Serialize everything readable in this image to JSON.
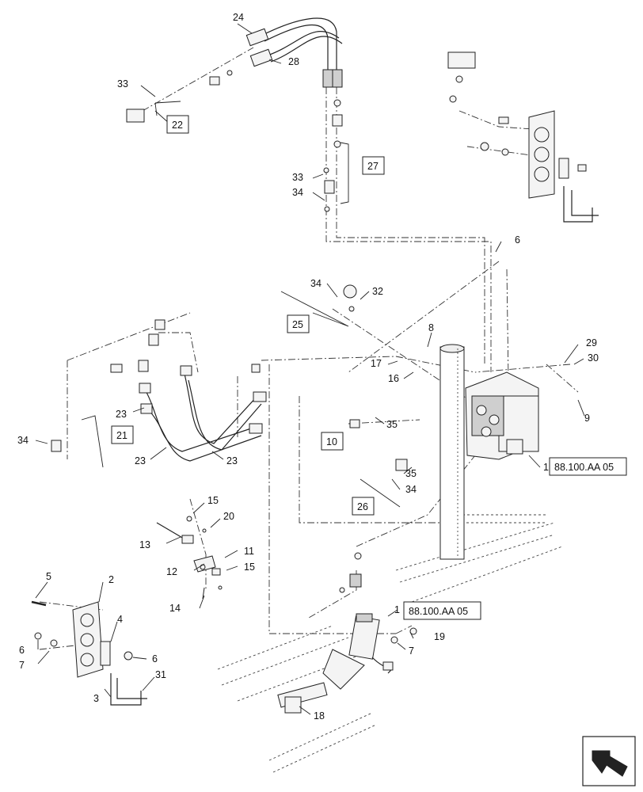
{
  "diagram": {
    "callouts": [
      {
        "id": "c24",
        "text": "24"
      },
      {
        "id": "c28",
        "text": "28"
      },
      {
        "id": "c33a",
        "text": "33"
      },
      {
        "id": "c33b",
        "text": "33"
      },
      {
        "id": "c34a",
        "text": "34"
      },
      {
        "id": "c34b",
        "text": "34"
      },
      {
        "id": "c34c",
        "text": "34"
      },
      {
        "id": "c34d",
        "text": "34"
      },
      {
        "id": "c6a",
        "text": "6"
      },
      {
        "id": "c6b",
        "text": "6"
      },
      {
        "id": "c6c",
        "text": "6"
      },
      {
        "id": "c32",
        "text": "32"
      },
      {
        "id": "c8",
        "text": "8"
      },
      {
        "id": "c29",
        "text": "29"
      },
      {
        "id": "c30",
        "text": "30"
      },
      {
        "id": "c17",
        "text": "17"
      },
      {
        "id": "c16",
        "text": "16"
      },
      {
        "id": "c9",
        "text": "9"
      },
      {
        "id": "c35a",
        "text": "35"
      },
      {
        "id": "c35b",
        "text": "35"
      },
      {
        "id": "c23a",
        "text": "23"
      },
      {
        "id": "c23b",
        "text": "23"
      },
      {
        "id": "c23c",
        "text": "23"
      },
      {
        "id": "c1a",
        "text": "1"
      },
      {
        "id": "c1b",
        "text": "1"
      },
      {
        "id": "c15a",
        "text": "15"
      },
      {
        "id": "c15b",
        "text": "15"
      },
      {
        "id": "c20",
        "text": "20"
      },
      {
        "id": "c13",
        "text": "13"
      },
      {
        "id": "c11",
        "text": "11"
      },
      {
        "id": "c12",
        "text": "12"
      },
      {
        "id": "c14",
        "text": "14"
      },
      {
        "id": "c5",
        "text": "5"
      },
      {
        "id": "c2",
        "text": "2"
      },
      {
        "id": "c4",
        "text": "4"
      },
      {
        "id": "c7a",
        "text": "7"
      },
      {
        "id": "c7b",
        "text": "7"
      },
      {
        "id": "c19",
        "text": "19"
      },
      {
        "id": "c3",
        "text": "3"
      },
      {
        "id": "c31",
        "text": "31"
      },
      {
        "id": "c18",
        "text": "18"
      }
    ],
    "group_boxes": [
      {
        "id": "g22",
        "text": "22"
      },
      {
        "id": "g27",
        "text": "27"
      },
      {
        "id": "g25",
        "text": "25"
      },
      {
        "id": "g21",
        "text": "21"
      },
      {
        "id": "g10",
        "text": "10"
      },
      {
        "id": "g26",
        "text": "26"
      }
    ],
    "reference_boxes": [
      {
        "id": "r1",
        "text": "88.100.AA 05"
      },
      {
        "id": "r2",
        "text": "88.100.AA 05"
      }
    ],
    "navigation_icon": "return-arrow-icon"
  }
}
